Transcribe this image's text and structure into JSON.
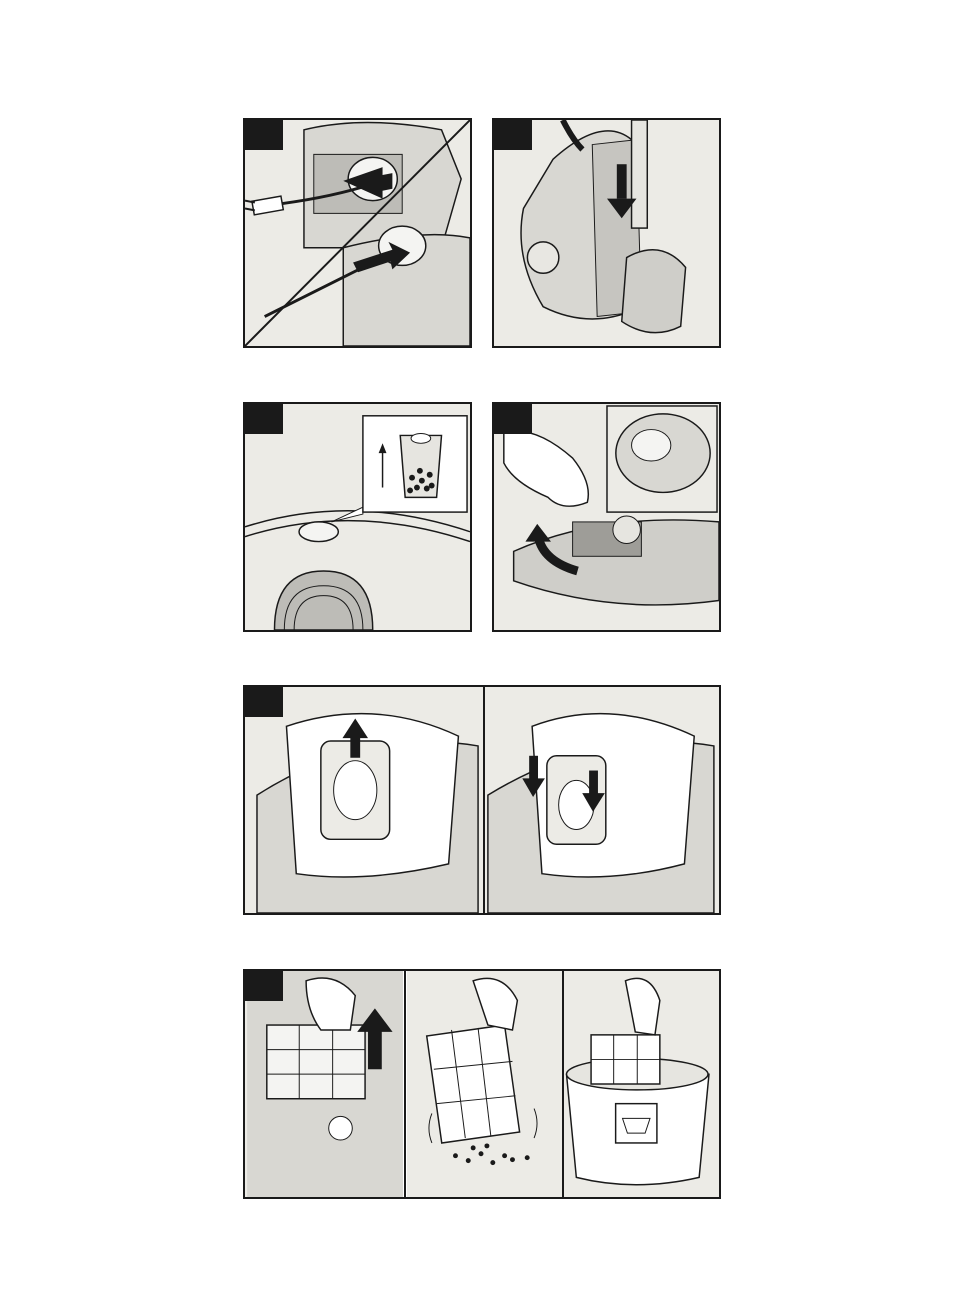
{
  "page": {
    "description_free": true
  },
  "panels": [
    {
      "id": "cord-rewind",
      "icons": [
        "plug-icon",
        "arrow-left-icon",
        "arrow-right-icon"
      ]
    },
    {
      "id": "parking-tube",
      "icons": [
        "vacuum-body-icon",
        "arrow-down-icon"
      ]
    },
    {
      "id": "bag-indicator",
      "icons": [
        "bag-full-indicator-icon",
        "arrow-up-icon"
      ]
    },
    {
      "id": "open-lid",
      "icons": [
        "hand-icon",
        "arrow-curved-icon"
      ]
    },
    {
      "id": "bag-change",
      "icons": [
        "dust-bag-icon",
        "arrow-up-icon",
        "arrow-down-icon"
      ]
    },
    {
      "id": "filter-clean",
      "icons": [
        "filter-icon",
        "arrow-up-icon",
        "hand-icon",
        "washing-bowl-icon"
      ]
    }
  ],
  "colors": {
    "panel_bg": "#ecebe6",
    "ink": "#1a1a1a",
    "shade": "#c9c8c3"
  }
}
